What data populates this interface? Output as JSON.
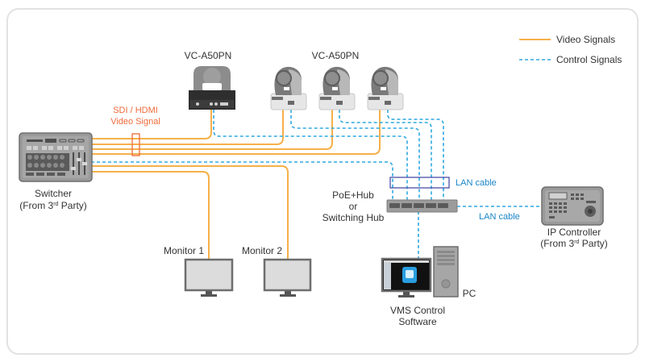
{
  "legend": {
    "video": {
      "label": "Video Signals",
      "color": "#f6b04a",
      "style": "solid"
    },
    "control": {
      "label": "Control Signals",
      "color": "#2fa8e0",
      "style": "dashed"
    }
  },
  "devices": {
    "camera_box": {
      "label": "VC-A50PN"
    },
    "camera_group": {
      "label": "VC-A50PN",
      "count": 3
    },
    "switcher": {
      "label_line1": "Switcher",
      "label_line2_pre": "(From 3",
      "label_line2_sup": "rd",
      "label_line2_post": " Party)"
    },
    "hub": {
      "label_line1": "PoE+Hub",
      "label_line2": "or",
      "label_line3": "Switching Hub"
    },
    "ip_controller": {
      "label_line1": "IP  Controller",
      "label_line2_pre": "(From 3",
      "label_line2_sup": "rd",
      "label_line2_post": " Party)"
    },
    "monitor1": {
      "label": "Monitor 1"
    },
    "monitor2": {
      "label": "Monitor 2"
    },
    "pc": {
      "label": "PC"
    },
    "vms": {
      "label_line1": "VMS Control",
      "label_line2": "Software"
    }
  },
  "annotations": {
    "sdi_line1": "SDI / HDMI",
    "sdi_line2": "Video Signal",
    "lan_cable_top": "LAN cable",
    "lan_cable_right": "LAN cable"
  },
  "colors": {
    "video": "#f6b04a",
    "control": "#2fa8e0",
    "annotation_red": "#ef6a3a",
    "annotation_blue": "#1a86c8",
    "lan_box": "#4a4fa8",
    "device_gray": "#7a7a7a"
  }
}
